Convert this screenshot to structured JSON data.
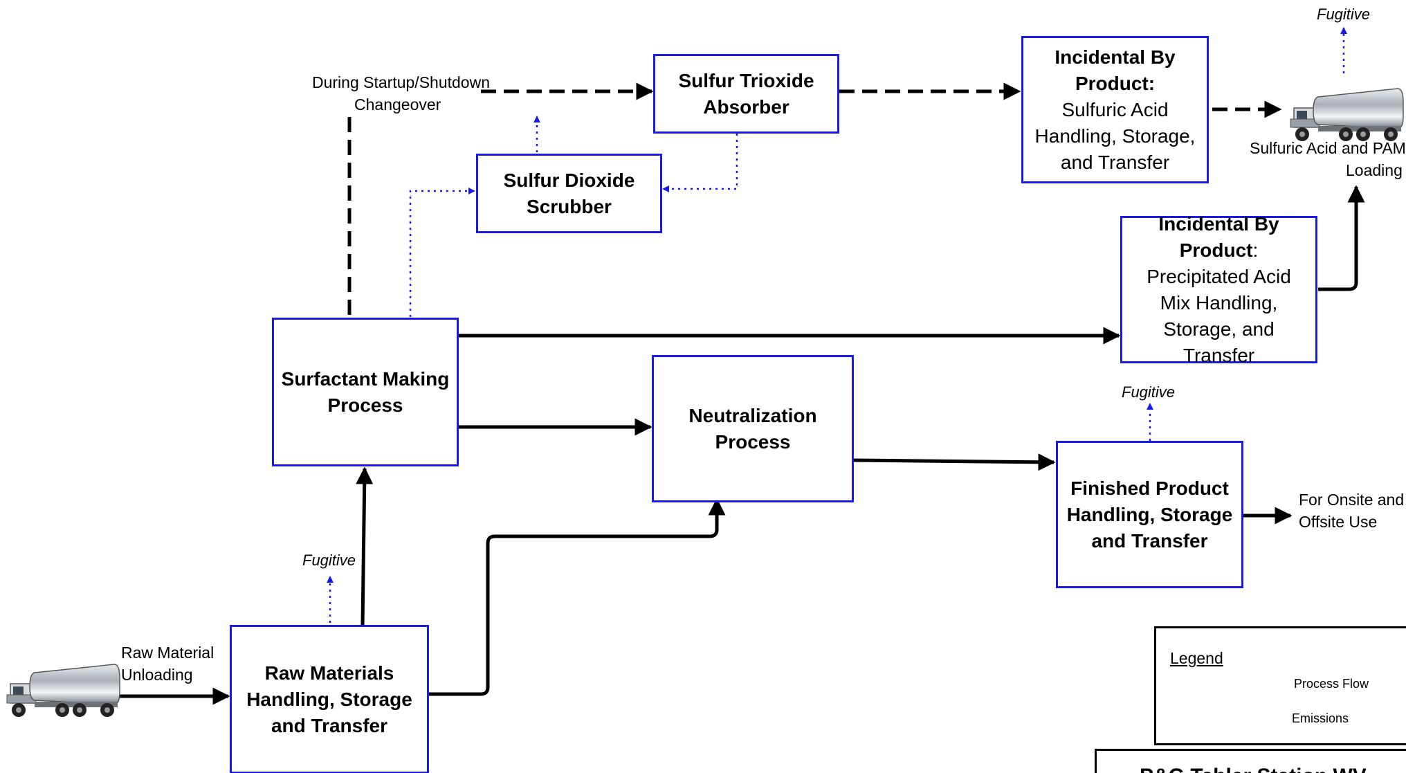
{
  "boxes": {
    "sulfur_trioxide": {
      "bold": "Sulfur Trioxide Absorber"
    },
    "sulfur_dioxide": {
      "bold": "Sulfur Dioxide Scrubber"
    },
    "incidental_sulfuric": {
      "bold": "Incidental By Product:",
      "normal": "Sulfuric Acid Handling, Storage, and Transfer"
    },
    "incidental_pam": {
      "bold": "Incidental By Product",
      "normal": ": Precipitated Acid Mix Handling, Storage, and Transfer"
    },
    "surfactant": {
      "bold": "Surfactant Making Process"
    },
    "neutralization": {
      "bold": "Neutralization Process"
    },
    "finished": {
      "bold": "Finished Product Handling, Storage and Transfer"
    },
    "raw": {
      "bold": "Raw Materials Handling, Storage and Transfer"
    }
  },
  "labels": {
    "startup_line1": "During Startup/Shutdown",
    "startup_line2": "Changeover",
    "sulfuric_loading_line1": "Sulfuric Acid and PAM",
    "sulfuric_loading_line2": "Loading",
    "raw_unloading_line1": "Raw Material",
    "raw_unloading_line2": "Unloading",
    "onsite_line1": "For Onsite and",
    "onsite_line2": "Offsite Use",
    "fugitive": "Fugitive"
  },
  "legend": {
    "title": "Legend",
    "process_flow": "Process Flow",
    "emissions": "Emissions"
  },
  "station_title": "P&G Tabler Station WV",
  "colors": {
    "box_border": "#1a1ae6",
    "emission": "#1a1ae6",
    "process": "#000000"
  },
  "icons": {
    "truck": "tanker-truck-icon"
  }
}
